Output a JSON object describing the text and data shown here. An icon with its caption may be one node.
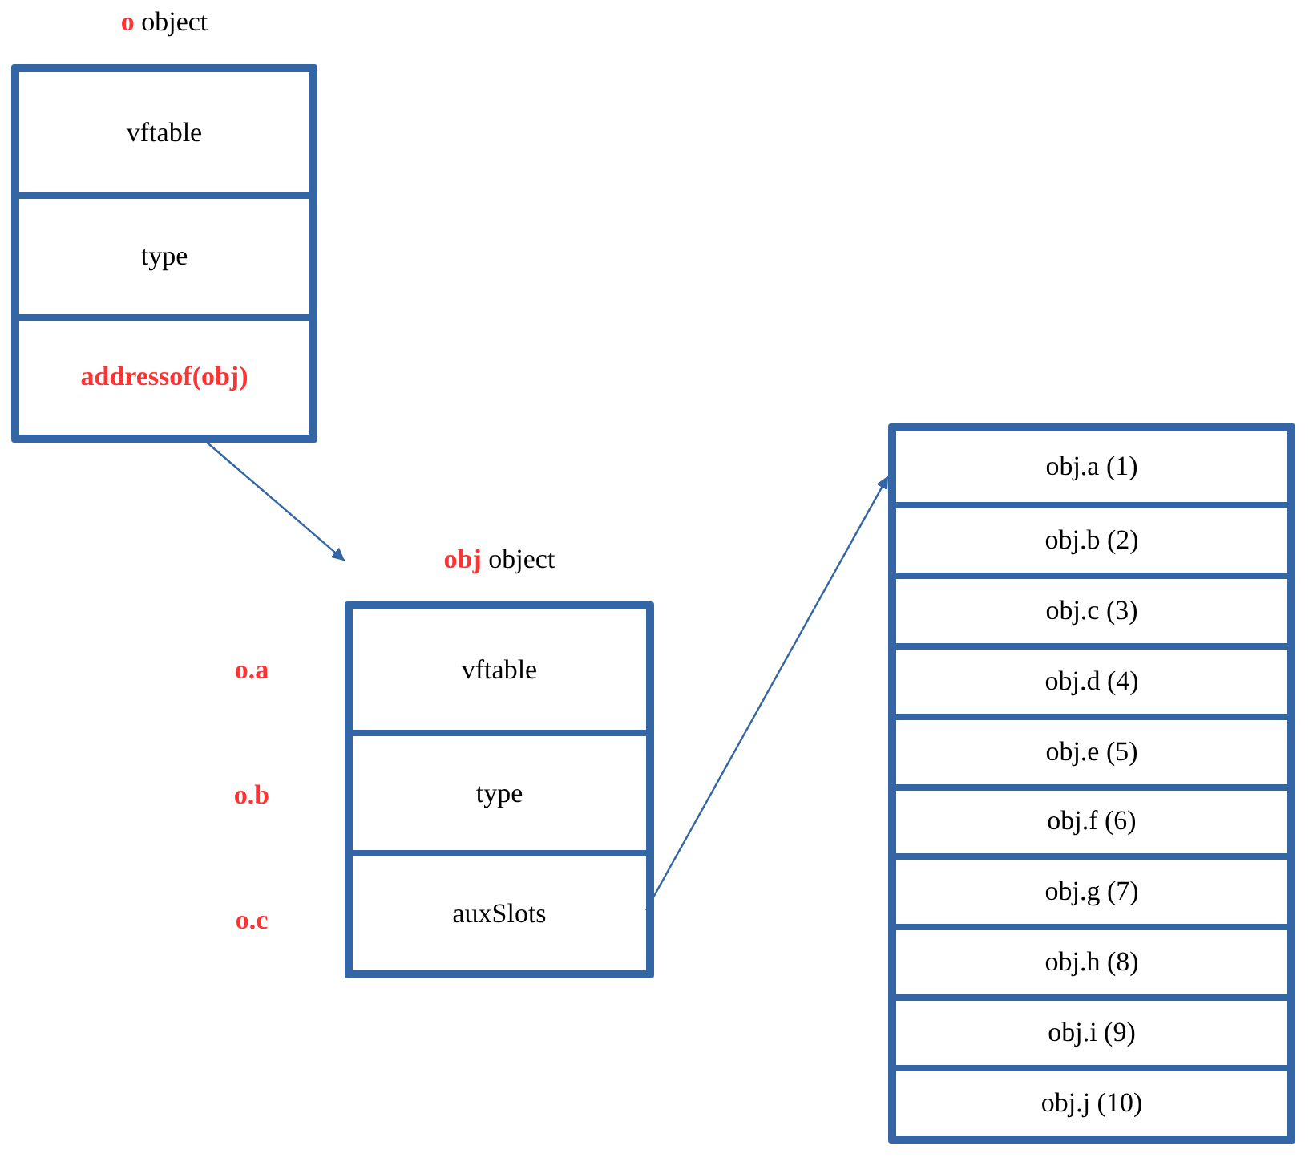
{
  "diagram": {
    "nodes": [
      {
        "text": [
          "**o** object"
        ]
      },
      {
        "text": [
          "vftable"
        ],
        "in": 0
      },
      {
        "text": [
          "type"
        ],
        "in": 0
      },
      {
        "text": [
          "addressof(obj)"
        ],
        "in": 0
      },
      {
        "text": [
          "**obj** object"
        ]
      },
      {
        "text": [
          "vftable"
        ],
        "in": 4
      },
      {
        "text": [
          "type"
        ],
        "in": 4
      },
      {
        "text": [
          "auxSlots"
        ],
        "in": 4
      },
      {
        "text": [],
        "shape": "box"
      },
      {
        "text": [
          "obj.a (1)"
        ],
        "in": 8
      },
      {
        "text": [
          "obj.b (2)"
        ],
        "in": 8
      },
      {
        "text": [
          "obj.c (3)"
        ],
        "in": 8
      },
      {
        "text": [
          "obj.d (4)"
        ],
        "in": 8
      },
      {
        "text": [
          "obj.e (5)"
        ],
        "in": 8
      },
      {
        "text": [
          "obj.f (6)"
        ],
        "in": 8
      },
      {
        "text": [
          "obj.g (7)"
        ],
        "in": 8
      },
      {
        "text": [
          "obj.h (8)"
        ],
        "in": 8
      },
      {
        "text": [
          "obj.i (9)"
        ],
        "in": 8
      },
      {
        "text": [
          "obj.j (10)"
        ],
        "in": 8
      }
    ],
    "edges": [
      {
        "from": 0,
        "to": 4,
        "arrow": "to"
      },
      {
        "from": 7,
        "to": 8,
        "arrow": "to"
      }
    ],
    "labels": [
      "o.a",
      "o.b",
      "o.c"
    ]
  }
}
